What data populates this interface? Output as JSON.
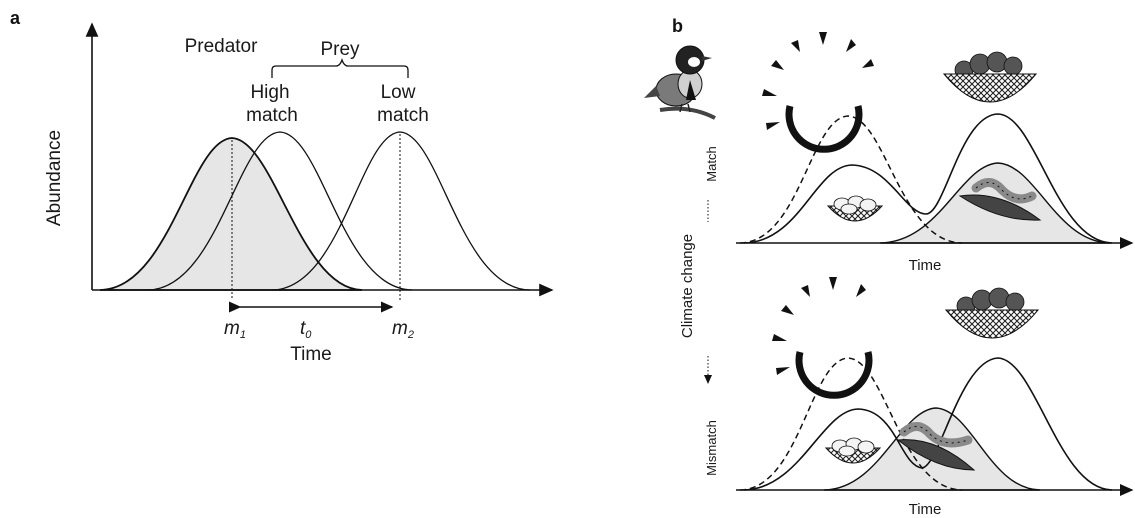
{
  "panel_a": {
    "letter": "a",
    "y_axis_label": "Abundance",
    "x_axis_label": "Time",
    "predator_label": "Predator",
    "prey_label": "Prey",
    "high_match_line1": "High",
    "high_match_line2": "match",
    "low_match_line1": "Low",
    "low_match_line2": "match",
    "m1": {
      "base": "m",
      "sub": "1"
    },
    "t0": {
      "base": "t",
      "sub": "0"
    },
    "m2": {
      "base": "m",
      "sub": "2"
    }
  },
  "panel_b": {
    "letter": "b",
    "match_label": "Match",
    "mismatch_label": "Mismatch",
    "climate_label": "Climate change",
    "time_label_top": "Time",
    "time_label_bottom": "Time"
  },
  "colors": {
    "line": "#111111",
    "shade": "#e6e6e6",
    "egg": "#f4f4f4",
    "chick": "#555555",
    "caterpillar": "#8a8a8a"
  }
}
